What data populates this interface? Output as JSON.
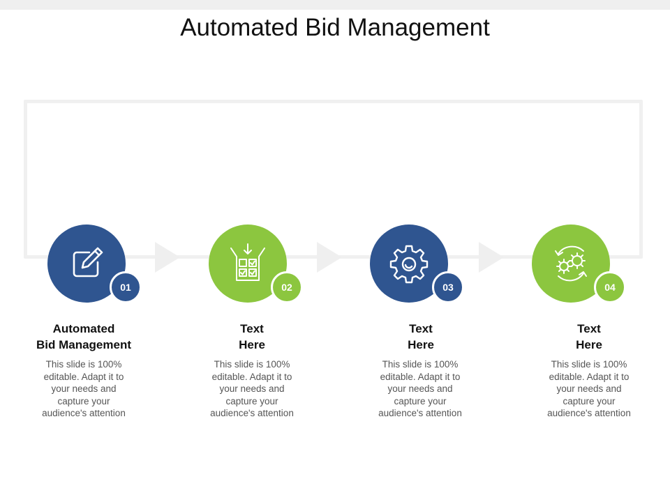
{
  "title": "Automated Bid Management",
  "colors": {
    "blue": "#2f5590",
    "green": "#8cc63f",
    "frame": "#f0f0f0"
  },
  "steps": [
    {
      "number": "01",
      "color": "#2f5590",
      "icon": "edit-icon",
      "label_lines": [
        "Automated",
        "Bid Management"
      ],
      "desc_lines": [
        "This slide is 100%",
        "editable. Adapt it to",
        "your needs and",
        "capture your",
        "audience's attention"
      ]
    },
    {
      "number": "02",
      "color": "#8cc63f",
      "icon": "checklist-box-icon",
      "label_lines": [
        "Text",
        "Here"
      ],
      "desc_lines": [
        "This slide is 100%",
        "editable. Adapt it to",
        "your needs and",
        "capture your",
        "audience's attention"
      ]
    },
    {
      "number": "03",
      "color": "#2f5590",
      "icon": "gear-icon",
      "label_lines": [
        "Text",
        "Here"
      ],
      "desc_lines": [
        "This slide is 100%",
        "editable. Adapt it to",
        "your needs and",
        "capture your",
        "audience's attention"
      ]
    },
    {
      "number": "04",
      "color": "#8cc63f",
      "icon": "gears-cycle-icon",
      "label_lines": [
        "Text",
        "Here"
      ],
      "desc_lines": [
        "This slide is 100%",
        "editable. Adapt it to",
        "your needs and",
        "capture your",
        "audience's attention"
      ]
    }
  ]
}
